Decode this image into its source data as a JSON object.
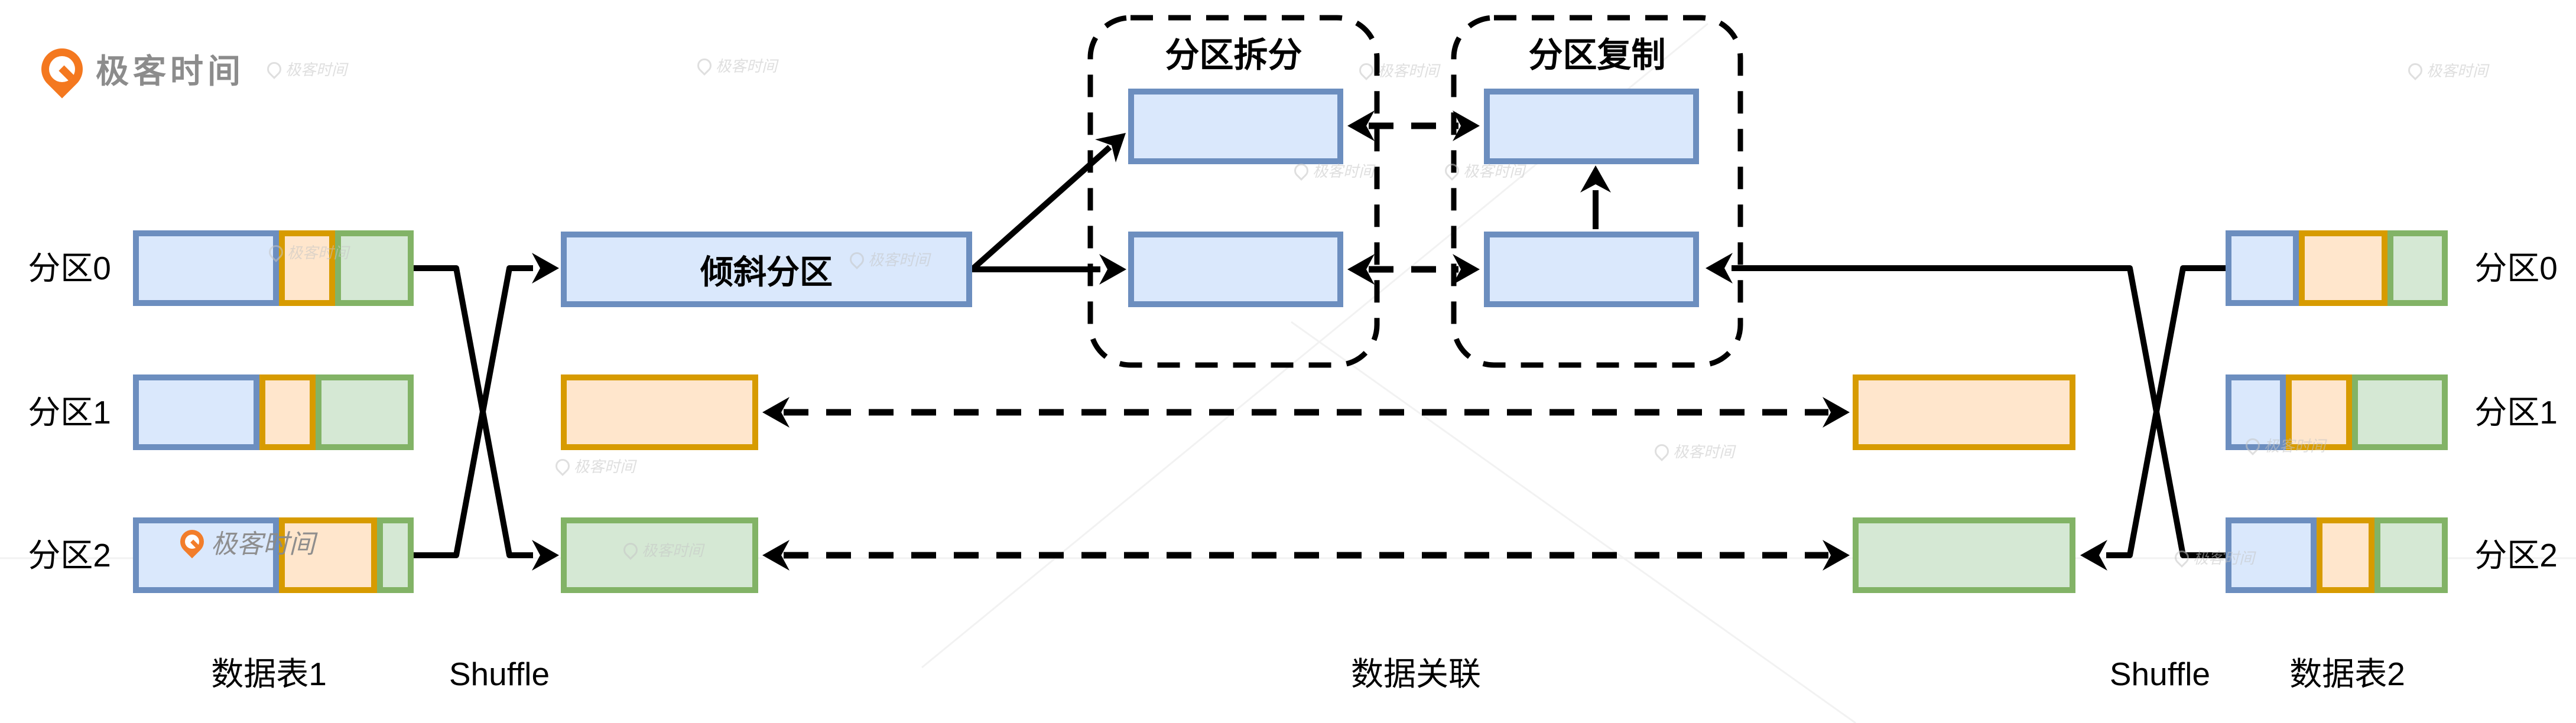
{
  "brand": {
    "logo_text": "极客时间"
  },
  "watermark": {
    "text": "极客时间"
  },
  "colors": {
    "blue": {
      "fill": "#dae8fc",
      "stroke": "#6c8ebf"
    },
    "orange": {
      "fill": "#ffe6cc",
      "stroke": "#d79b00"
    },
    "green": {
      "fill": "#d5e8d4",
      "stroke": "#82b366"
    },
    "line": "#000000",
    "brand": "#f4781f"
  },
  "left_table": {
    "label": "数据表1",
    "shuffle_label": "Shuffle",
    "partitions": [
      {
        "label": "分区0",
        "segments": [
          {
            "color": "blue",
            "pct": 52
          },
          {
            "color": "orange",
            "pct": 20
          },
          {
            "color": "green",
            "pct": 28
          }
        ]
      },
      {
        "label": "分区1",
        "segments": [
          {
            "color": "blue",
            "pct": 45
          },
          {
            "color": "orange",
            "pct": 20
          },
          {
            "color": "green",
            "pct": 35
          }
        ]
      },
      {
        "label": "分区2",
        "segments": [
          {
            "color": "blue",
            "pct": 52
          },
          {
            "color": "orange",
            "pct": 35
          },
          {
            "color": "green",
            "pct": 13
          }
        ]
      }
    ]
  },
  "right_table": {
    "label": "数据表2",
    "shuffle_label": "Shuffle",
    "partitions": [
      {
        "label": "分区0",
        "segments": [
          {
            "color": "blue",
            "pct": 33
          },
          {
            "color": "orange",
            "pct": 40
          },
          {
            "color": "green",
            "pct": 27
          }
        ]
      },
      {
        "label": "分区1",
        "segments": [
          {
            "color": "blue",
            "pct": 27
          },
          {
            "color": "orange",
            "pct": 30
          },
          {
            "color": "green",
            "pct": 43
          }
        ]
      },
      {
        "label": "分区2",
        "segments": [
          {
            "color": "blue",
            "pct": 41
          },
          {
            "color": "orange",
            "pct": 26
          },
          {
            "color": "green",
            "pct": 33
          }
        ]
      }
    ]
  },
  "flow": {
    "skewed_partition_label": "倾斜分区",
    "join_label": "数据关联",
    "split_group_title": "分区拆分",
    "copy_group_title": "分区复制"
  }
}
